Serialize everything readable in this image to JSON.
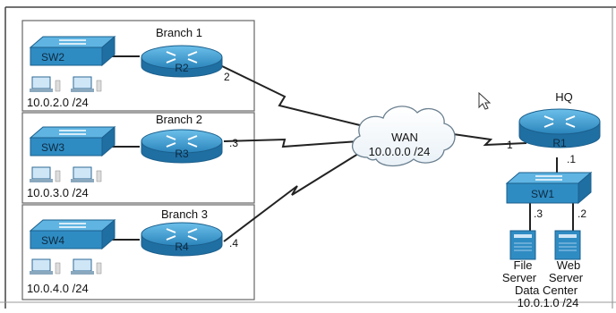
{
  "branches": [
    {
      "title": "Branch 1",
      "switch": "SW2",
      "router": "R2",
      "subnet": "10.0.2.0 /24",
      "wan_port": "2"
    },
    {
      "title": "Branch 2",
      "switch": "SW3",
      "router": "R3",
      "subnet": "10.0.3.0 /24",
      "wan_port": ".3"
    },
    {
      "title": "Branch 3",
      "switch": "SW4",
      "router": "R4",
      "subnet": "10.0.4.0 /24",
      "wan_port": ".4"
    }
  ],
  "wan": {
    "label": "WAN",
    "subnet": "10.0.0.0 /24"
  },
  "hq": {
    "title": "HQ",
    "router": "R1",
    "router_wan_port": "1",
    "router_lan_port": ".1",
    "switch": "SW1",
    "port_file": ".3",
    "port_web": ".2",
    "file_server": [
      "File",
      "Server"
    ],
    "web_server": [
      "Web",
      "Server"
    ],
    "datacenter_label": "Data Center",
    "datacenter_subnet": "10.0.1.0 /24"
  },
  "colors": {
    "device_fill": "#2f8cc3",
    "device_top": "#5fb4e2",
    "device_dark": "#1b5f8c",
    "line": "#222222"
  }
}
